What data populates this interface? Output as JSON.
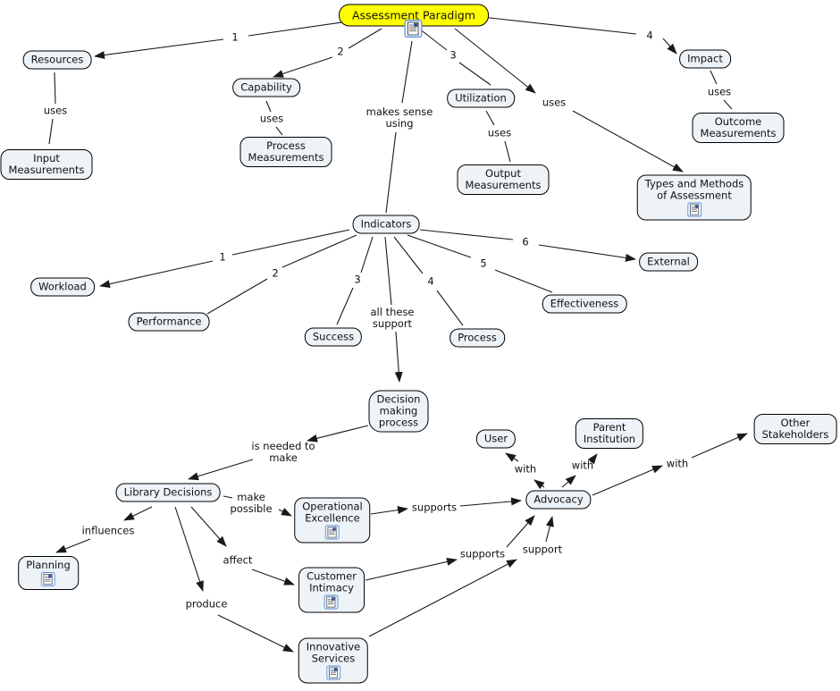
{
  "app": "concept-map",
  "colors": {
    "root_fill": "#ffff00",
    "node_fill": "#eef3f7",
    "node_border": "#000000",
    "line": "#1a1a1a",
    "icon_border": "#5b8dd6"
  },
  "icons": {
    "resource_link": "resource-link-icon"
  },
  "nodes": {
    "assessment_paradigm": {
      "label": "Assessment Paradigm"
    },
    "resources": {
      "label": "Resources"
    },
    "input_measurements": {
      "label": "Input\nMeasurements"
    },
    "capability": {
      "label": "Capability"
    },
    "process_measurements": {
      "label": "Process\nMeasurements"
    },
    "utilization": {
      "label": "Utilization"
    },
    "output_measurements": {
      "label": "Output\nMeasurements"
    },
    "impact": {
      "label": "Impact"
    },
    "outcome_measurements": {
      "label": "Outcome\nMeasurements"
    },
    "types_methods": {
      "label": "Types and Methods\nof Assessment"
    },
    "indicators": {
      "label": "Indicators"
    },
    "workload": {
      "label": "Workload"
    },
    "performance": {
      "label": "Performance"
    },
    "success": {
      "label": "Success"
    },
    "process": {
      "label": "Process"
    },
    "effectiveness": {
      "label": "Effectiveness"
    },
    "external": {
      "label": "External"
    },
    "decision_making": {
      "label": "Decision\nmaking\nprocess"
    },
    "library_decisions": {
      "label": "Library Decisions"
    },
    "planning": {
      "label": "Planning"
    },
    "operational_excellence": {
      "label": "Operational\nExcellence"
    },
    "customer_intimacy": {
      "label": "Customer\nIntimacy"
    },
    "innovative_services": {
      "label": "Innovative\nServices"
    },
    "advocacy": {
      "label": "Advocacy"
    },
    "user": {
      "label": "User"
    },
    "parent_institution": {
      "label": "Parent\nInstitution"
    },
    "other_stakeholders": {
      "label": "Other\nStakeholders"
    }
  },
  "links": {
    "ap_resources": {
      "label": "1"
    },
    "ap_capability": {
      "label": "2"
    },
    "ap_utilization": {
      "label": "3"
    },
    "ap_impact": {
      "label": "4"
    },
    "resources_uses": {
      "label": "uses"
    },
    "capability_uses": {
      "label": "uses"
    },
    "utilization_uses": {
      "label": "uses"
    },
    "impact_uses": {
      "label": "uses"
    },
    "ap_types_uses": {
      "label": "uses"
    },
    "ap_indicators": {
      "label": "makes sense\nusing"
    },
    "ind_workload": {
      "label": "1"
    },
    "ind_performance": {
      "label": "2"
    },
    "ind_success": {
      "label": "3"
    },
    "ind_process": {
      "label": "4"
    },
    "ind_effectiveness": {
      "label": "5"
    },
    "ind_external": {
      "label": "6"
    },
    "ind_dmp": {
      "label": "all these\nsupport"
    },
    "dmp_ld": {
      "label": "is needed to\nmake"
    },
    "ld_planning": {
      "label": "influences"
    },
    "ld_oe": {
      "label": "make\npossible"
    },
    "ld_ci": {
      "label": "affect"
    },
    "ld_is": {
      "label": "produce"
    },
    "oe_advocacy": {
      "label": "supports"
    },
    "ci_advocacy": {
      "label": "supports"
    },
    "is_advocacy": {
      "label": "support"
    },
    "adv_user": {
      "label": "with"
    },
    "adv_pi": {
      "label": "with"
    },
    "adv_os": {
      "label": "with"
    }
  }
}
